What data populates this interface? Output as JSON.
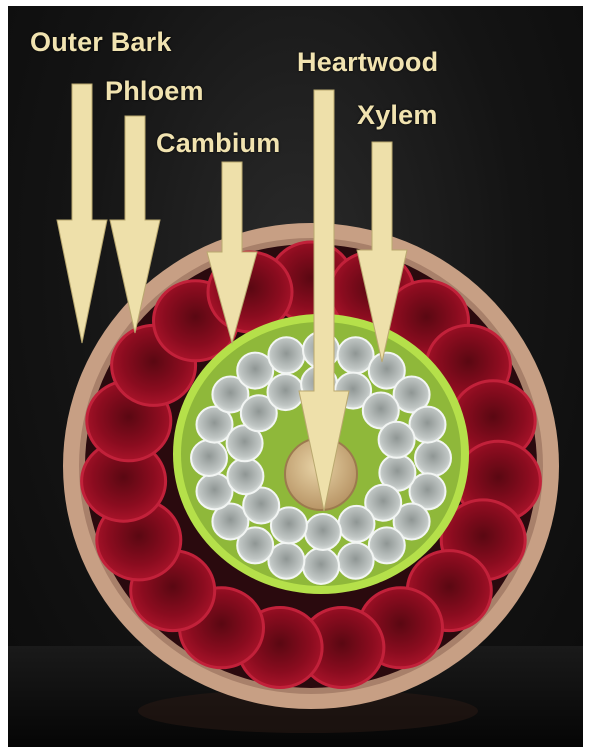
{
  "labels": {
    "outer_bark": "Outer Bark",
    "phloem": "Phloem",
    "cambium": "Cambium",
    "heartwood": "Heartwood",
    "xylem": "Xylem"
  },
  "colors": {
    "background": "#141414",
    "label_text": "#f1e3b0",
    "arrow": "#eee0aa",
    "outer_bark": "#c79f84",
    "phloem": "#9b0f23",
    "cambium": "#b5e04a",
    "xylem": "#d9dedb",
    "heartwood": "#d9c08f"
  }
}
